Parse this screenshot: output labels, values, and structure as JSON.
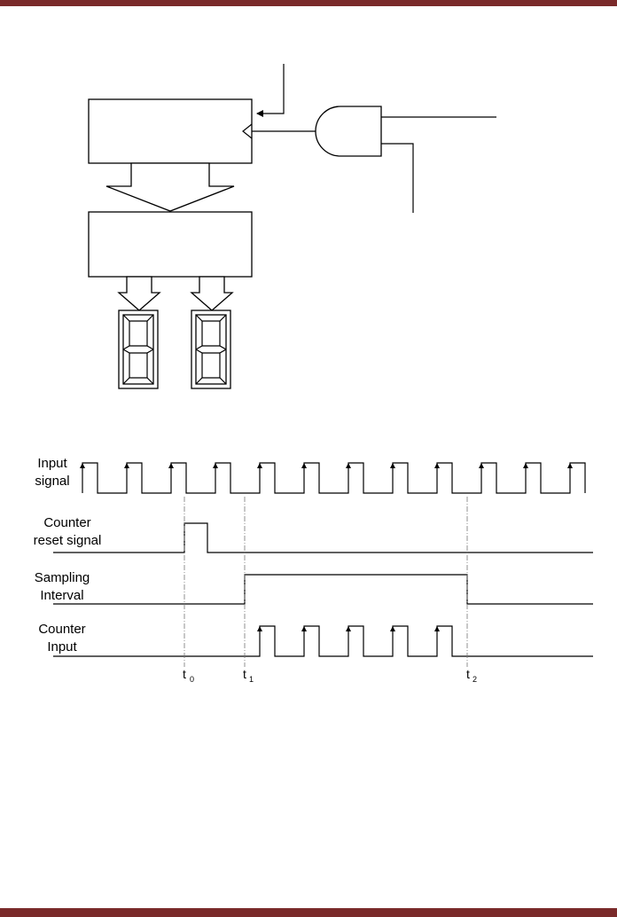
{
  "timing": {
    "labels": {
      "input_signal": [
        "Input",
        "signal"
      ],
      "counter_reset": [
        "Counter",
        "reset signal"
      ],
      "sampling_interval": [
        "Sampling",
        "Interval"
      ],
      "counter_input": [
        "Counter",
        "Input"
      ]
    },
    "time_markers": [
      {
        "base": "t",
        "sub": "0"
      },
      {
        "base": "t",
        "sub": "1"
      },
      {
        "base": "t",
        "sub": "2"
      }
    ],
    "input_pulse_count": 12,
    "counter_input_pulse_count": 5
  },
  "colors": {
    "frame_bar": "#7a2a2a",
    "line": "#000000",
    "guide": "#777777"
  }
}
